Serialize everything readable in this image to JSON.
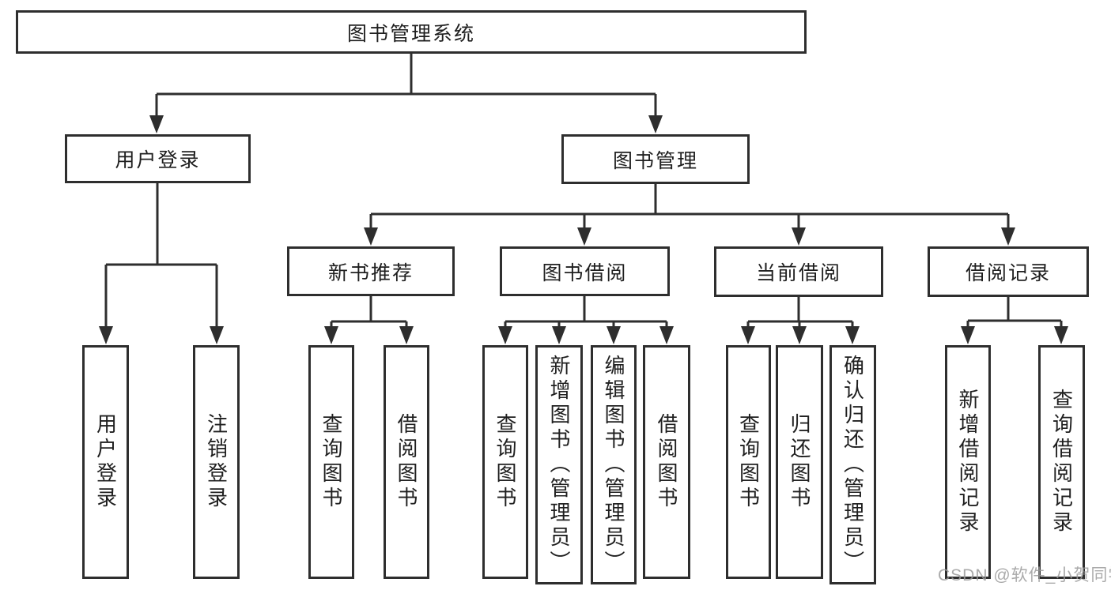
{
  "tree": {
    "label": "图书管理系统",
    "children": [
      {
        "label": "用户登录",
        "children": [
          {
            "label": "用户登录"
          },
          {
            "label": "注销登录"
          }
        ]
      },
      {
        "label": "图书管理",
        "children": [
          {
            "label": "新书推荐",
            "children": [
              {
                "label": "查询图书"
              },
              {
                "label": "借阅图书"
              }
            ]
          },
          {
            "label": "图书借阅",
            "children": [
              {
                "label": "查询图书"
              },
              {
                "label": "新增图书（管理员）"
              },
              {
                "label": "编辑图书（管理员）"
              },
              {
                "label": "借阅图书"
              }
            ]
          },
          {
            "label": "当前借阅",
            "children": [
              {
                "label": "查询图书"
              },
              {
                "label": "归还图书"
              },
              {
                "label": "确认归还（管理员）"
              }
            ]
          },
          {
            "label": "借阅记录",
            "children": [
              {
                "label": "新增借阅记录"
              },
              {
                "label": "查询借阅记录"
              }
            ]
          }
        ]
      }
    ]
  },
  "watermark": {
    "text": "CSDN @软件_小贺同学"
  },
  "colors": {
    "line": "#2e2e2e",
    "box_bg": "#ffffff",
    "text": "#1f1f1f",
    "watermark": "#9c9c9c"
  }
}
